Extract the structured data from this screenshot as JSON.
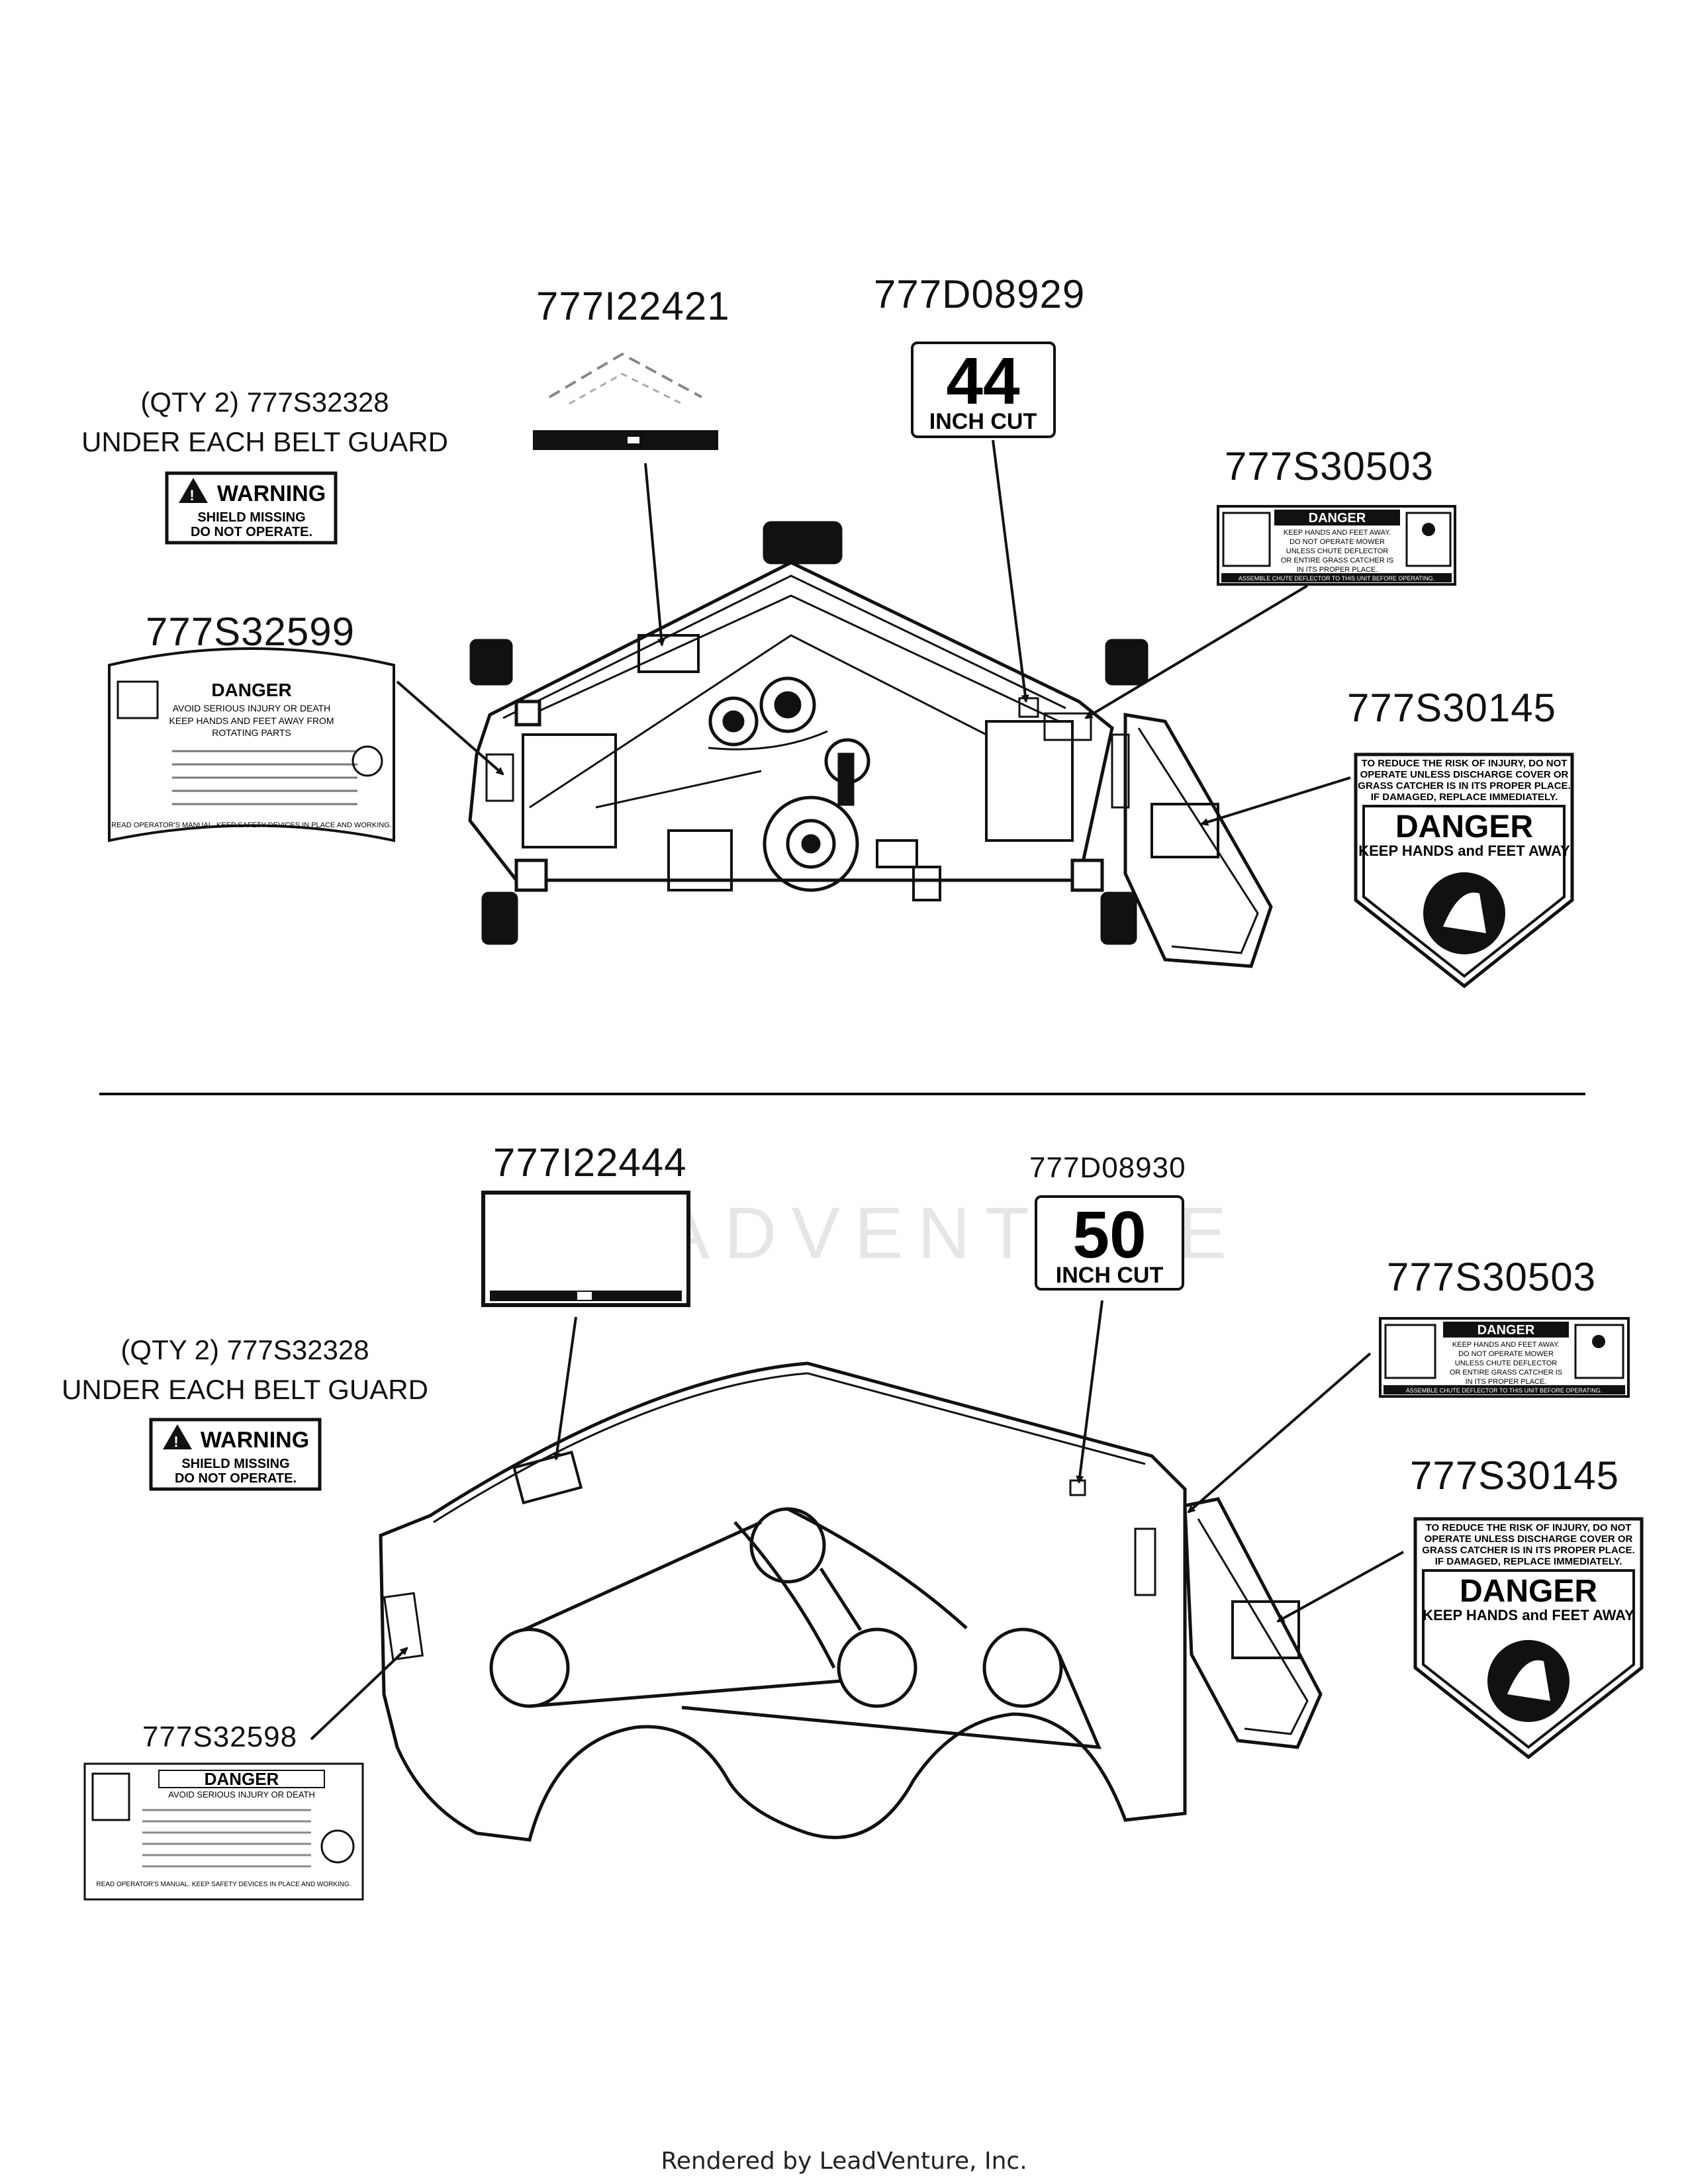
{
  "top_section": {
    "belt_guard_note": {
      "line1": "(QTY 2) 777S32328",
      "line2": "UNDER EACH BELT GUARD"
    },
    "warning_decal": {
      "title": "WARNING",
      "line1": "SHIELD MISSING",
      "line2": "DO NOT OPERATE."
    },
    "part_labels": {
      "logo_decal": "777I22421",
      "cut_decal": "777D08929",
      "chute_danger": "777S30503",
      "deck_danger": "777S32599",
      "hands_danger": "777S30145"
    },
    "cut_decal": {
      "number": "44",
      "caption": "INCH CUT"
    },
    "chute_decal": {
      "title": "DANGER",
      "line1": "KEEP HANDS AND FEET AWAY.",
      "line2": "DO NOT OPERATE MOWER",
      "line3": "UNLESS CHUTE DEFLECTOR",
      "line4": "OR ENTIRE GRASS CATCHER IS",
      "line5": "IN ITS PROPER PLACE.",
      "footer": "ASSEMBLE CHUTE DEFLECTOR TO THIS UNIT BEFORE OPERATING."
    },
    "deck_decal": {
      "title": "DANGER",
      "line1": "AVOID SERIOUS INJURY OR DEATH",
      "line2": "KEEP HANDS AND FEET AWAY FROM",
      "line3": "ROTATING PARTS",
      "footer": "READ OPERATOR'S MANUAL. KEEP SAFETY DEVICES IN PLACE AND WORKING."
    },
    "hands_decal": {
      "line1": "TO REDUCE THE RISK OF INJURY, DO NOT",
      "line2": "OPERATE UNLESS DISCHARGE COVER OR",
      "line3": "GRASS CATCHER IS IN ITS PROPER PLACE.",
      "line4": "IF DAMAGED, REPLACE IMMEDIATELY.",
      "title": "DANGER",
      "caption": "KEEP HANDS and FEET AWAY"
    }
  },
  "bottom_section": {
    "belt_guard_note": {
      "line1": "(QTY 2) 777S32328",
      "line2": "UNDER EACH BELT GUARD"
    },
    "warning_decal": {
      "title": "WARNING",
      "line1": "SHIELD MISSING",
      "line2": "DO NOT OPERATE."
    },
    "part_labels": {
      "logo_decal": "777I22444",
      "cut_decal": "777D08930",
      "chute_danger": "777S30503",
      "hands_danger": "777S30145",
      "deck_danger": "777S32598"
    },
    "cut_decal": {
      "number": "50",
      "caption": "INCH CUT"
    },
    "chute_decal": {
      "title": "DANGER",
      "line1": "KEEP HANDS AND FEET AWAY.",
      "line2": "DO NOT OPERATE MOWER",
      "line3": "UNLESS CHUTE DEFLECTOR",
      "line4": "OR ENTIRE GRASS CATCHER IS",
      "line5": "IN ITS PROPER PLACE.",
      "footer": "ASSEMBLE CHUTE DEFLECTOR TO THIS UNIT BEFORE OPERATING."
    },
    "hands_decal": {
      "line1": "TO REDUCE THE RISK OF INJURY, DO NOT",
      "line2": "OPERATE UNLESS DISCHARGE COVER OR",
      "line3": "GRASS CATCHER IS IN ITS PROPER PLACE.",
      "line4": "IF DAMAGED, REPLACE IMMEDIATELY.",
      "title": "DANGER",
      "caption": "KEEP HANDS and FEET AWAY"
    },
    "deck_decal": {
      "title": "DANGER",
      "line1": "AVOID SERIOUS INJURY OR DEATH",
      "footer": "READ OPERATOR'S MANUAL. KEEP SAFETY DEVICES IN PLACE AND WORKING."
    }
  },
  "watermark": "LEADVENTURE",
  "footer": "Rendered by LeadVenture, Inc."
}
